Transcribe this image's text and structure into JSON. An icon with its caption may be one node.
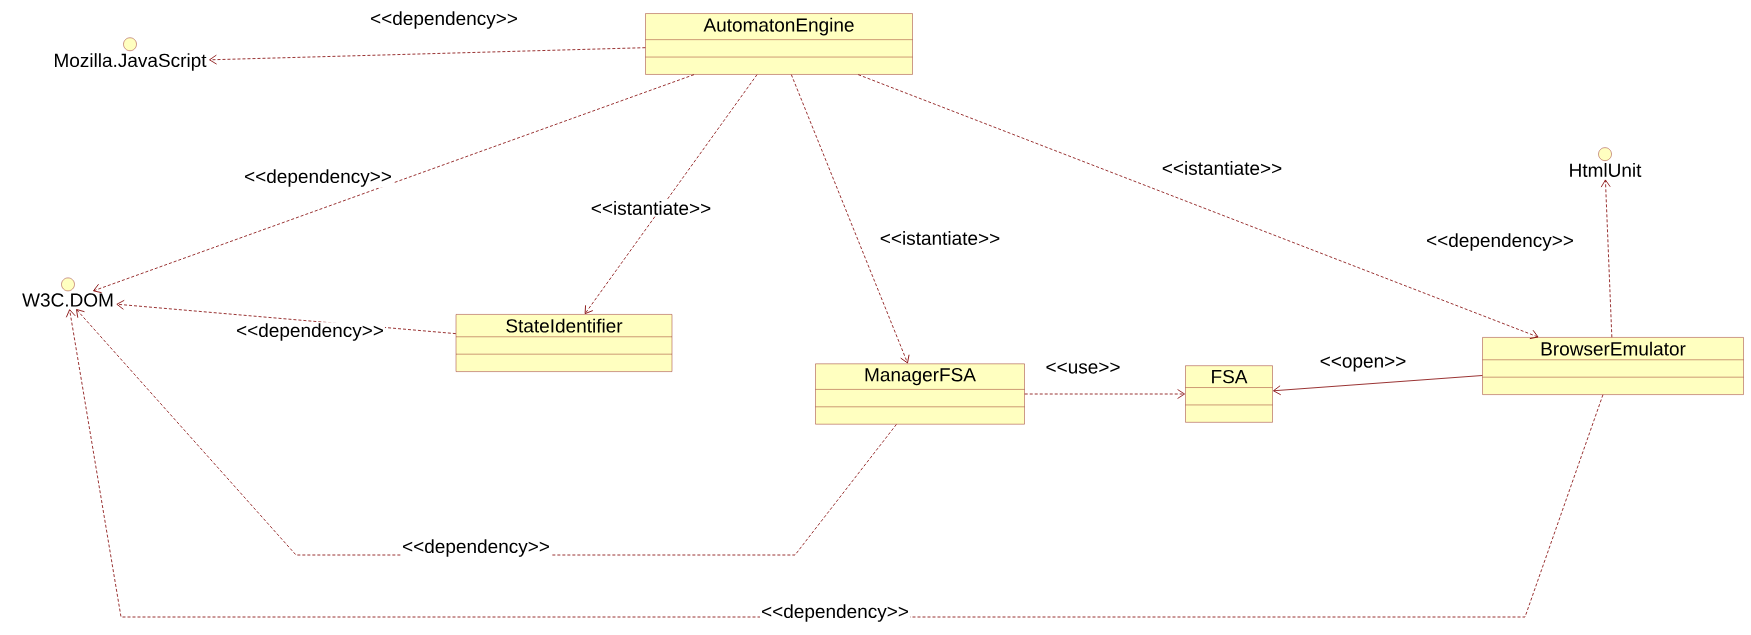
{
  "diagram": {
    "nodes": [
      {
        "text": [
          "AutomatonEngine"
        ]
      },
      {
        "text": [
          "Mozilla.JavaScript"
        ]
      },
      {
        "text": [
          "W3C.DOM"
        ]
      },
      {
        "text": [
          "StateIdentifier"
        ]
      },
      {
        "text": [
          "HtmlUnit"
        ]
      },
      {
        "text": [
          "ManagerFSA"
        ]
      },
      {
        "text": [
          "FSA"
        ]
      },
      {
        "text": [
          "BrowserEmulator"
        ]
      }
    ],
    "edges": [
      {
        "from": 0,
        "to": 1,
        "arrow": "to",
        "label": "<<dependency>>",
        "style": "dashed"
      },
      {
        "from": 0,
        "to": 2,
        "arrow": "to",
        "label": "<<dependency>>",
        "style": "dashed"
      },
      {
        "from": 0,
        "to": 3,
        "arrow": "to",
        "label": "<<istantiate>>",
        "style": "dashed"
      },
      {
        "from": 0,
        "to": 5,
        "arrow": "to",
        "label": "<<istantiate>>",
        "style": "dashed"
      },
      {
        "from": 0,
        "to": 7,
        "arrow": "to",
        "label": "<<istantiate>>",
        "style": "dashed"
      },
      {
        "from": 7,
        "to": 4,
        "arrow": "to",
        "label": "<<dependency>>",
        "style": "dashed"
      },
      {
        "from": 3,
        "to": 2,
        "arrow": "to",
        "label": "<<dependency>>",
        "style": "dashed"
      },
      {
        "from": 5,
        "to": 6,
        "arrow": "to",
        "label": "<<use>>",
        "style": "dashed"
      },
      {
        "from": 7,
        "to": 6,
        "arrow": "to",
        "label": "<<open>>"
      },
      {
        "from": 5,
        "to": 2,
        "arrow": "to",
        "label": "<<dependency>>",
        "style": "dashed"
      },
      {
        "from": 7,
        "to": 2,
        "arrow": "to",
        "label": "<<dependency>>",
        "style": "dashed"
      }
    ]
  }
}
